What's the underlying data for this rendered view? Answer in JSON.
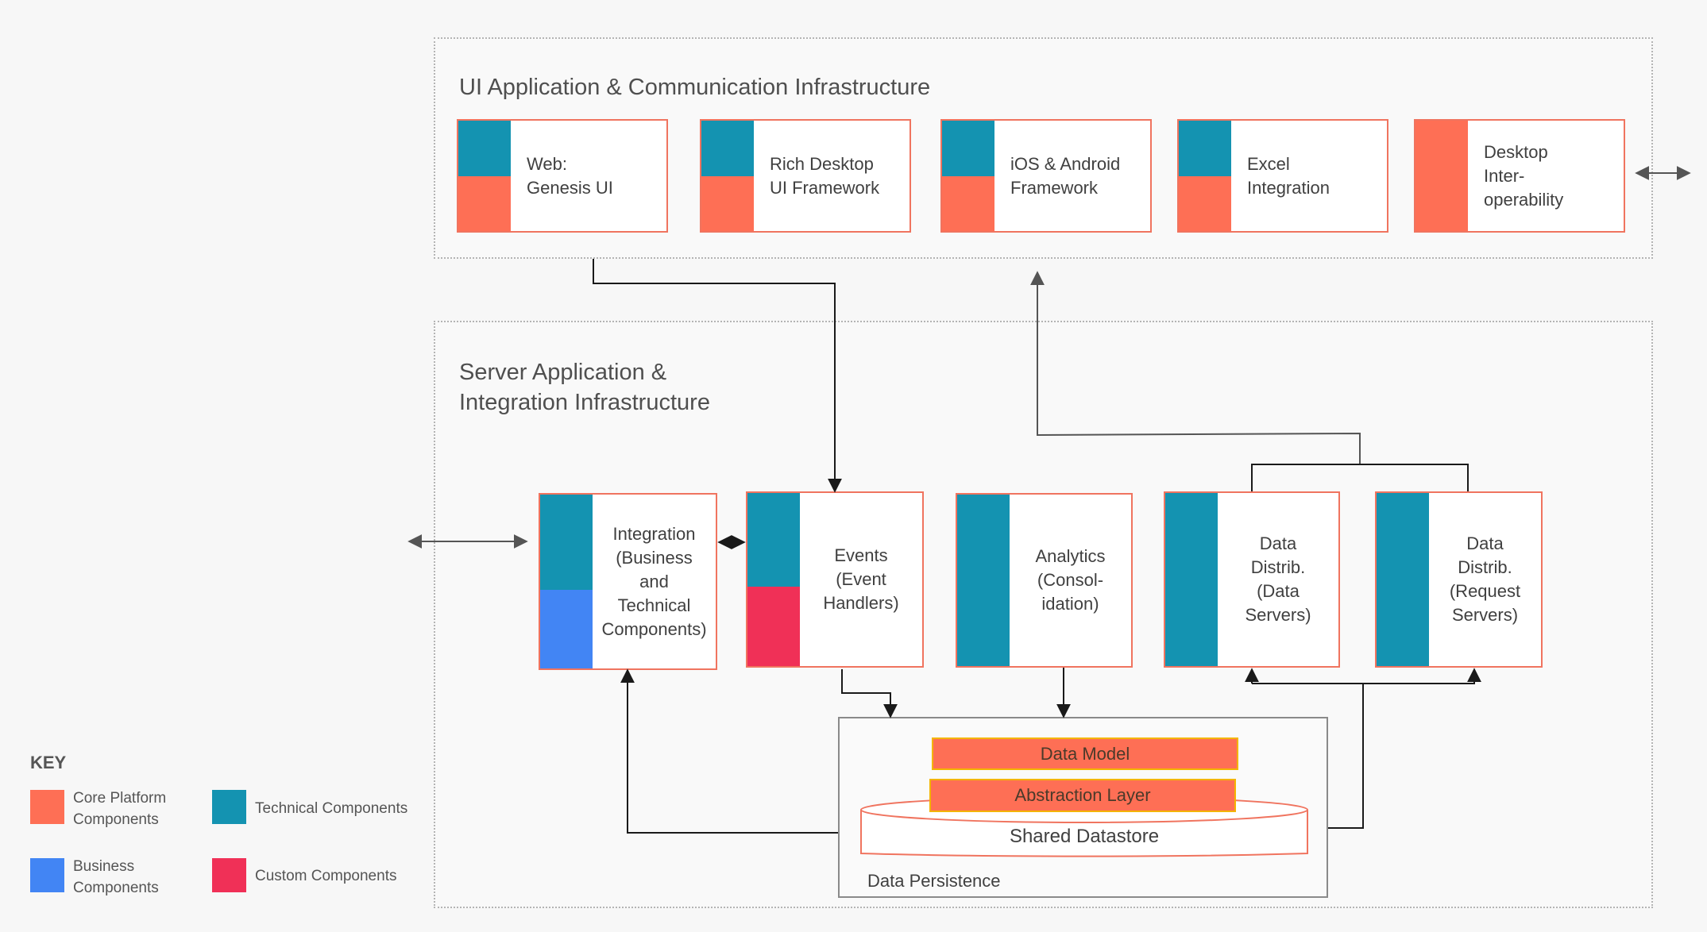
{
  "ui_region": {
    "title": "UI Application & Communication Infrastructure",
    "cards": [
      {
        "label": "Web:\nGenesis UI",
        "swatches": [
          "tech",
          "core"
        ]
      },
      {
        "label": "Rich Desktop\nUI Framework",
        "swatches": [
          "tech",
          "core"
        ]
      },
      {
        "label": "iOS & Android\nFramework",
        "swatches": [
          "tech",
          "core"
        ]
      },
      {
        "label": "Excel\nIntegration",
        "swatches": [
          "tech",
          "core"
        ]
      },
      {
        "label": "Desktop\nInter-\noperability",
        "swatches": [
          "core"
        ]
      }
    ]
  },
  "server_region": {
    "title": "Server Application &\nIntegration Infrastructure",
    "cards": [
      {
        "label": "Integration\n(Business\nand\nTechnical\nComponents)",
        "swatches": [
          "tech",
          "biz"
        ]
      },
      {
        "label": "Events\n(Event\nHandlers)",
        "swatches": [
          "tech",
          "cust"
        ]
      },
      {
        "label": "Analytics\n(Consol-\nidation)",
        "swatches": [
          "tech"
        ]
      },
      {
        "label": "Data\nDistrib.\n(Data\nServers)",
        "swatches": [
          "tech"
        ]
      },
      {
        "label": "Data\nDistrib.\n(Request\nServers)",
        "swatches": [
          "tech"
        ]
      }
    ],
    "persistence": {
      "label": "Data Persistence",
      "data_model": "Data Model",
      "abstraction_layer": "Abstraction Layer",
      "datastore": "Shared Datastore"
    }
  },
  "key": {
    "title": "KEY",
    "items": [
      {
        "label": "Core Platform\nComponents",
        "color": "#fe6f55"
      },
      {
        "label": "Technical Components",
        "color": "#1493b1"
      },
      {
        "label": "Business\nComponents",
        "color": "#4285f4"
      },
      {
        "label": "Custom Components",
        "color": "#f03057"
      }
    ]
  },
  "colors": {
    "core": "#fe6f55",
    "tech": "#1493b1",
    "biz": "#4285f4",
    "cust": "#f03057",
    "card_border": "#f0745f"
  }
}
